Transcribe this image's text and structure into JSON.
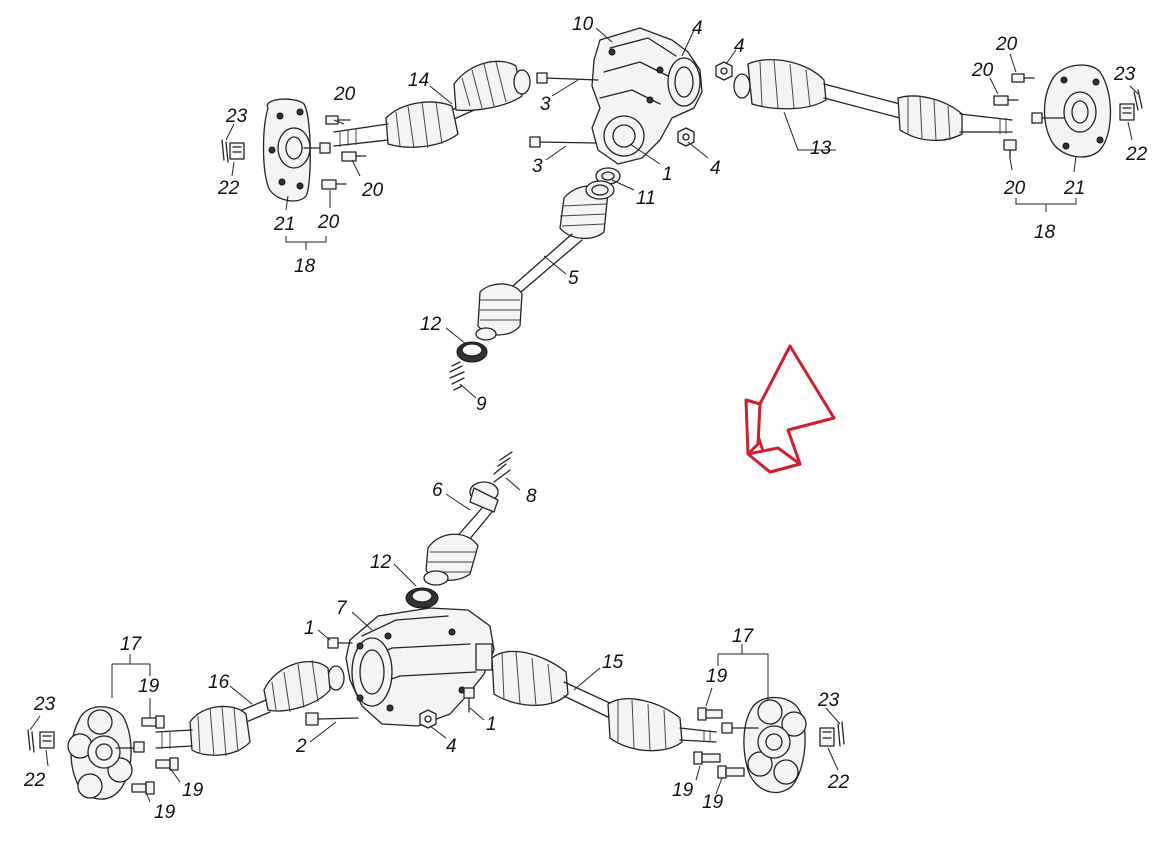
{
  "arrow_color": "#d0202e",
  "labels": {
    "top": {
      "l10": "10",
      "l4a": "4",
      "l4b": "4",
      "l4c": "4",
      "l3a": "3",
      "l3b": "3",
      "l1": "1",
      "l11": "11",
      "l14": "14",
      "l13": "13",
      "l5": "5",
      "l12": "12",
      "l9": "9",
      "left_hub": {
        "l23": "23",
        "l22": "22",
        "l20a": "20",
        "l20b": "20",
        "l20c": "20",
        "l21": "21",
        "l18": "18"
      },
      "right_hub": {
        "l20a": "20",
        "l20b": "20",
        "l20c": "20",
        "l23": "23",
        "l22": "22",
        "l21": "21",
        "l18": "18"
      }
    },
    "bottom": {
      "l6": "6",
      "l8": "8",
      "l12": "12",
      "l7": "7",
      "l1a": "1",
      "l1b": "1",
      "l2": "2",
      "l4": "4",
      "l16": "16",
      "l15": "15",
      "left_hub": {
        "l17": "17",
        "l19a": "19",
        "l19b": "19",
        "l19c": "19",
        "l23": "23",
        "l22": "22"
      },
      "right_hub": {
        "l17": "17",
        "l19a": "19",
        "l19b": "19",
        "l19c": "19",
        "l23": "23",
        "l22": "22"
      }
    }
  }
}
